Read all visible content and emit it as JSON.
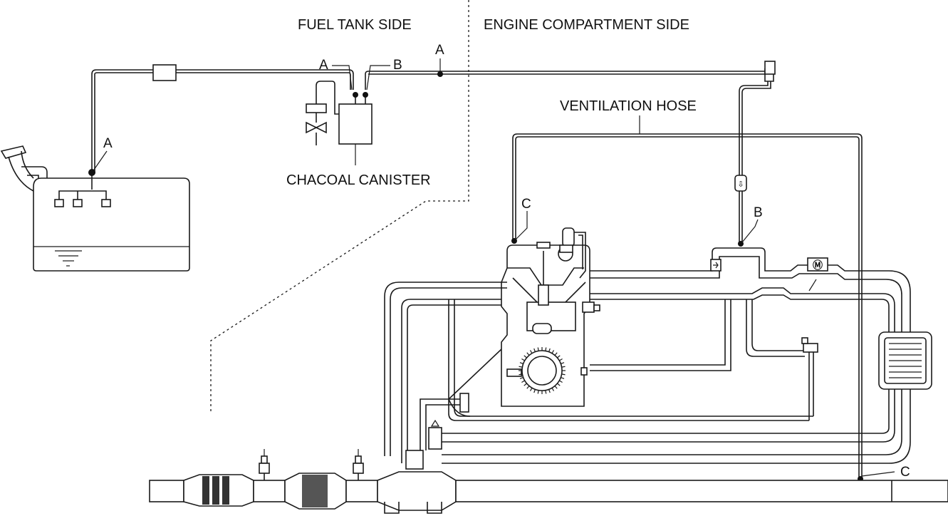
{
  "labels": {
    "fuel_tank_side": "FUEL TANK SIDE",
    "engine_compartment_side": "ENGINE COMPARTMENT SIDE",
    "ventilation_hose": "VENTILATION HOSE",
    "charcoal_canister": "CHACOAL CANISTER"
  },
  "connection_points": {
    "tank_A": "A",
    "canister_A": "A",
    "canister_B": "B",
    "line_A": "A",
    "engine_C": "C",
    "intake_B": "B",
    "exhaust_C": "C"
  },
  "colors": {
    "line": "#1a1a1a",
    "background": "#ffffff"
  }
}
